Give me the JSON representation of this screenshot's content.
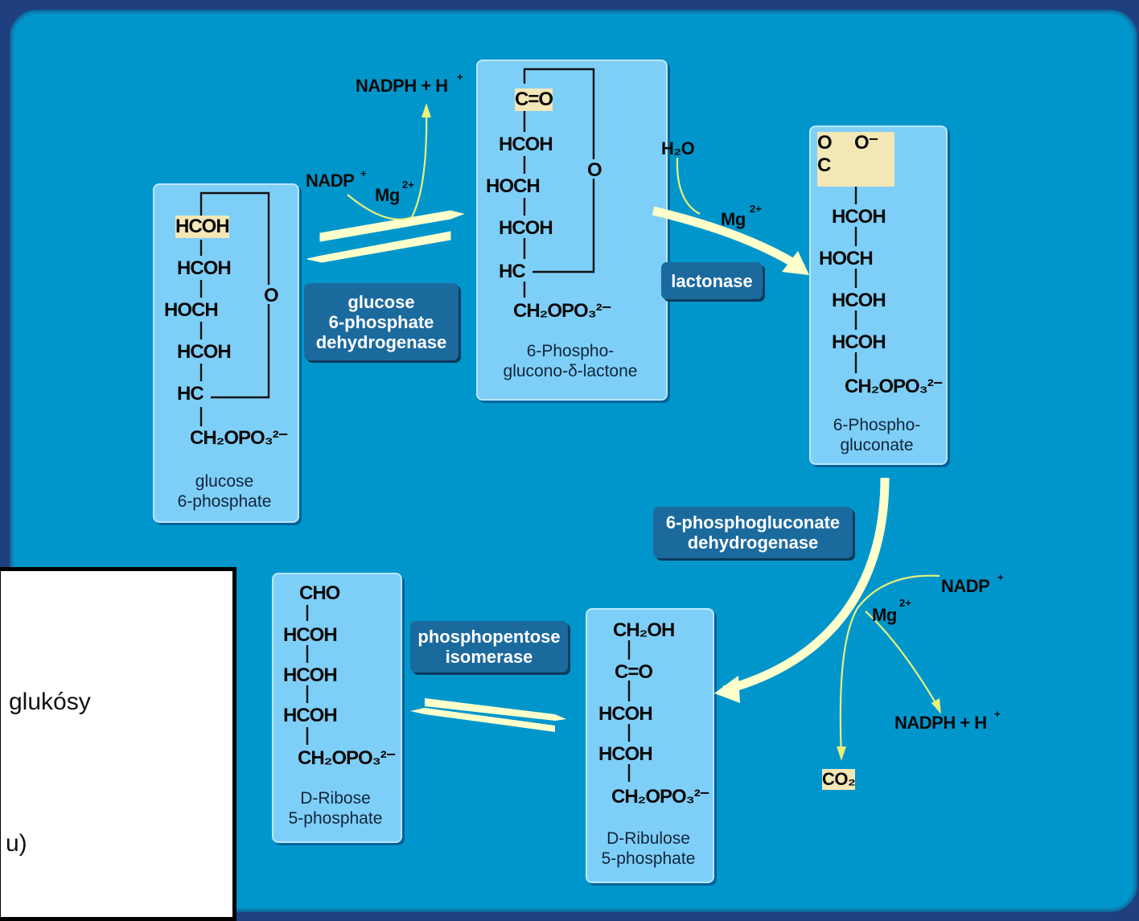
{
  "molecules": {
    "glucose6p": {
      "lines": [
        "HCOH",
        "HCOH",
        "HOCH",
        "HCOH",
        "HC",
        "CH₂OPO₃²⁻"
      ],
      "ring_o": "O",
      "caption": "glucose\n6-phosphate"
    },
    "lactone": {
      "lines": [
        "C=O",
        "HCOH",
        "HOCH",
        "HCOH",
        "HC",
        "CH₂OPO₃²⁻"
      ],
      "ring_o": "O",
      "caption": "6-Phospho-\nglucono-δ-lactone"
    },
    "phosphogluconate": {
      "top": "O     O⁻\nC",
      "lines": [
        "HCOH",
        "HOCH",
        "HCOH",
        "HCOH",
        "CH₂OPO₃²⁻"
      ],
      "caption": "6-Phospho-\ngluconate"
    },
    "ribulose5p": {
      "lines": [
        "CH₂OH",
        "C=O",
        "HCOH",
        "HCOH",
        "CH₂OPO₃²⁻"
      ],
      "caption": "D-Ribulose\n5-phosphate"
    },
    "ribose5p": {
      "lines": [
        "CHO",
        "HCOH",
        "HCOH",
        "HCOH",
        "CH₂OPO₃²⁻"
      ],
      "caption": "D-Ribose\n5-phosphate"
    }
  },
  "enzymes": {
    "g6pd": "glucose\n6-phosphate\ndehydrogenase",
    "lactonase": "lactonase",
    "pgd": "6-phosphogluconate\ndehydrogenase",
    "isomerase": "phosphopentose\nisomerase"
  },
  "cofactors": {
    "nadp_1": "NADP",
    "nadp_1_sup": "+",
    "mg_1": "Mg",
    "mg_1_sup": "2+",
    "nadph_1": "NADPH + H",
    "nadph_1_sup": "+",
    "h2o": "H₂O",
    "mg_2": "Mg",
    "mg_2_sup": "2+",
    "nadp_2": "NADP",
    "nadp_2_sup": "+",
    "mg_3": "Mg",
    "mg_3_sup": "2+",
    "nadph_2": "NADPH + H",
    "nadph_2_sup": "+",
    "co2": "CO₂"
  },
  "overlay": {
    "line1": "glukósy",
    "line2": "u)"
  },
  "colors": {
    "background": "#0096cc",
    "panel": "#7ecff8",
    "enzyme_box": "#1b6a9e",
    "arrow": "#ffffcc",
    "cofactor_arrow": "#e8f27a",
    "highlight": "#f3e7b6"
  }
}
